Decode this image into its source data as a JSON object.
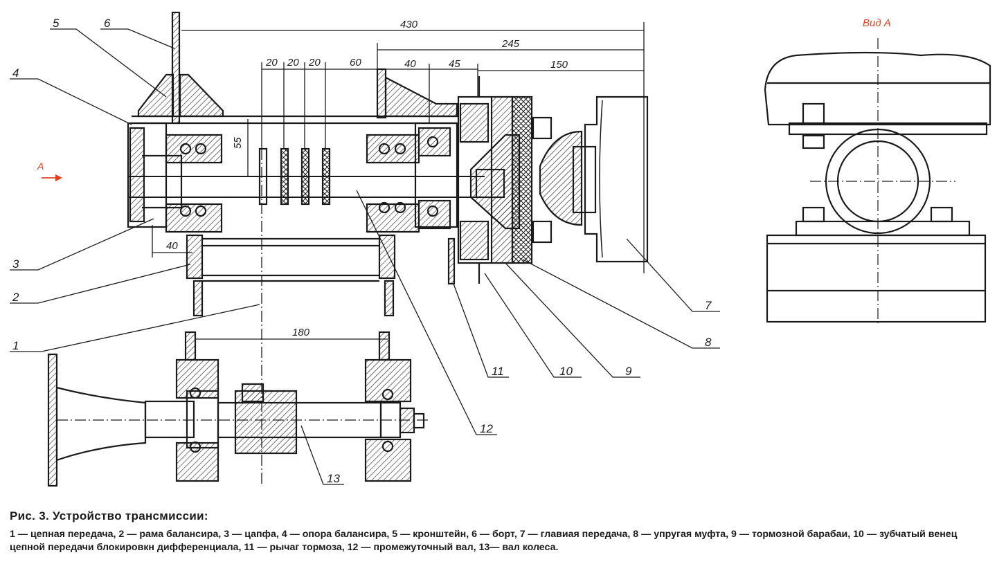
{
  "dimensions": {
    "d430": "430",
    "d245": "245",
    "d150": "150",
    "d20a": "20",
    "d20b": "20",
    "d20c": "20",
    "d60": "60",
    "d40top": "40",
    "d45": "45",
    "d55": "55",
    "d40left": "40",
    "d180": "180"
  },
  "parts": [
    "1",
    "2",
    "3",
    "4",
    "5",
    "6",
    "7",
    "8",
    "9",
    "10",
    "11",
    "12",
    "13"
  ],
  "view_label": "Вид А",
  "arrow_label": "А",
  "caption": {
    "title": "Рис. 3. Устройство трансмиссии:",
    "body": "1 — цепная передача, 2 — рама балансира, 3 — цапфа, 4 — опора балансира, 5 — кронштейн, 6 — борт, 7 — главиая передача, 8 — упругая муфта, 9 — тормозной барабаи, 10 — зубчатый венец цепной передачи блокировкн дифференциала, 11 — рычаг тормоза, 12 — промежуточный вал, 13— вал колеса."
  },
  "colors": {
    "ink": "#1a1a1a",
    "accent_red": "#e04020",
    "paper": "#ffffff"
  }
}
